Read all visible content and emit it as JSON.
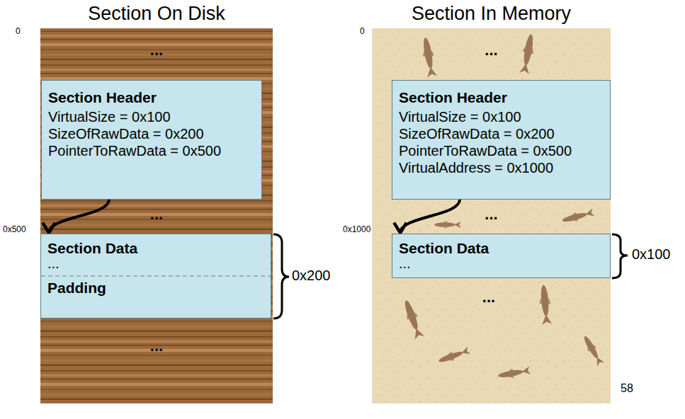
{
  "diagram": {
    "nodes": [
      {
        "text": [
          "Section On Disk",
          "...",
          "...",
          "..."
        ]
      },
      {
        "text": [
          "Section Header",
          "VirtualSize = 0x100",
          "SizeOfRawData = 0x200",
          "PointerToRawData = 0x500"
        ],
        "in": 0
      },
      {
        "text": [
          "Section Data",
          "...",
          "Padding"
        ],
        "in": 0
      },
      {
        "text": [
          "Section In Memory",
          "...",
          "...",
          "..."
        ]
      },
      {
        "text": [
          "Section Header",
          "VirtualSize = 0x100",
          "SizeOfRawData = 0x200",
          "PointerToRawData = 0x500",
          "VirtualAddress = 0x1000"
        ],
        "in": 3
      },
      {
        "text": [
          "Section Data",
          "..."
        ],
        "in": 3
      }
    ],
    "edges": [
      {
        "from": 1,
        "to": 2,
        "arrow": "to"
      },
      {
        "from": 4,
        "to": 5,
        "arrow": "to"
      }
    ],
    "labels": [
      "0",
      "0x500",
      "0x200",
      "0",
      "0x1000",
      "0x100",
      "58"
    ]
  }
}
